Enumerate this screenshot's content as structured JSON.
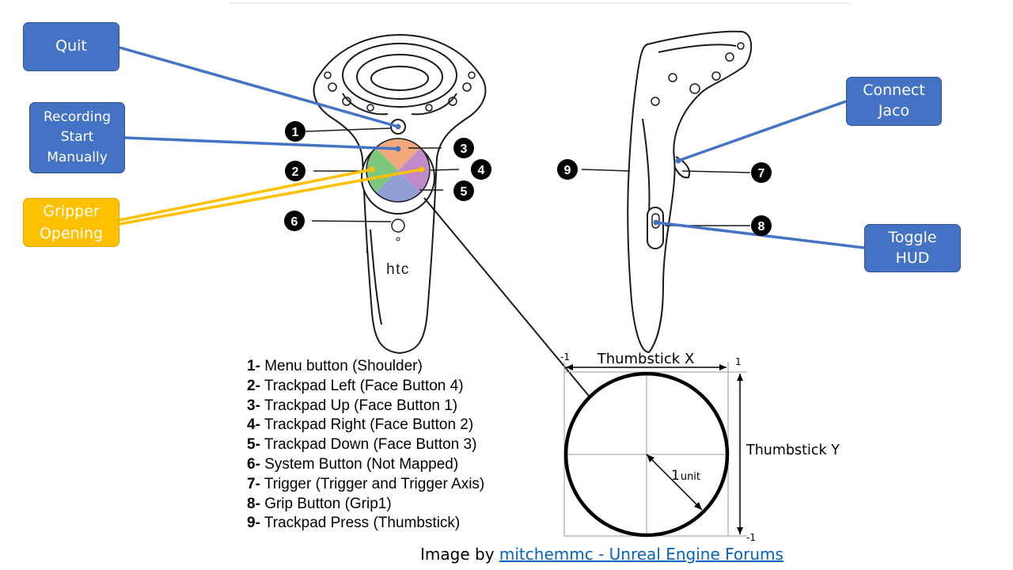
{
  "callouts": {
    "quit": [
      "Quit"
    ],
    "recording": [
      "Recording",
      "Start",
      "Manually"
    ],
    "gripper": [
      "Gripper",
      "Opening"
    ],
    "connect": [
      "Connect",
      "Jaco"
    ],
    "toggle": [
      "Toggle",
      "HUD"
    ]
  },
  "markers": [
    "1",
    "2",
    "3",
    "4",
    "5",
    "6",
    "7",
    "8",
    "9"
  ],
  "controller_brand": "htc",
  "legend": [
    {
      "num": "1-",
      "text": "Menu button (Shoulder)"
    },
    {
      "num": "2-",
      "text": "Trackpad Left (Face Button 4)"
    },
    {
      "num": "3-",
      "text": "Trackpad Up (Face Button 1)"
    },
    {
      "num": "4-",
      "text": "Trackpad Right (Face Button 2)"
    },
    {
      "num": "5-",
      "text": "Trackpad Down (Face Button 3)"
    },
    {
      "num": "6-",
      "text": "System Button (Not Mapped)"
    },
    {
      "num": "7-",
      "text": "Trigger (Trigger and Trigger Axis)"
    },
    {
      "num": "8-",
      "text": "Grip Button (Grip1)"
    },
    {
      "num": "9-",
      "text": "Trackpad Press (Thumbstick)"
    }
  ],
  "thumbstick": {
    "x_label": "Thumbstick X",
    "y_label": "Thumbstick Y",
    "x_min": "-1",
    "x_max": "1",
    "y_min": "-1",
    "radius_value": "1",
    "radius_unit": "unit"
  },
  "credit": {
    "prefix": "Image by ",
    "link_text": "mitchemmc - Unreal Engine Forums"
  },
  "colors": {
    "callout_blue": "#4472c4",
    "callout_gold": "#ffc000",
    "trackpad_up": "#f4a97c",
    "trackpad_left": "#7dc77d",
    "trackpad_right": "#c18ac8",
    "trackpad_down": "#8f9fd6"
  }
}
